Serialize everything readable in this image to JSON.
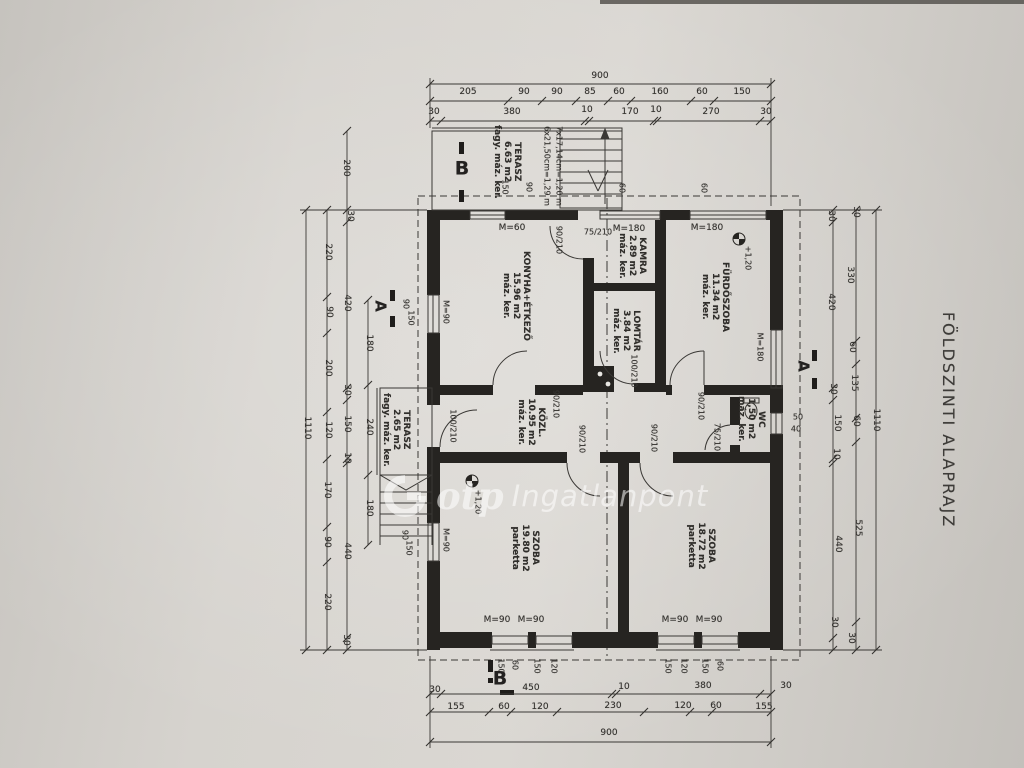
{
  "title": "FÖLDSZINTI ALAPRAJZ",
  "watermark": {
    "logo": "otp",
    "text": "Ingatlanpont"
  },
  "rooms": {
    "konyha": {
      "name": "KONYHA+ÉTKEZŐ",
      "area": "15.96 m2",
      "finish": "máz. ker."
    },
    "kamra": {
      "name": "KAMRA",
      "area": "2.89 m2",
      "finish": "máz. ker."
    },
    "lomtar": {
      "name": "LOMTÁR",
      "area": "3.84 m2",
      "finish": "máz. ker."
    },
    "furdoszoba": {
      "name": "FÜRDŐSZOBA",
      "area": "11.34 m2",
      "finish": "máz. ker."
    },
    "kozl": {
      "name": "KÖZL.",
      "area": "10.95 m2",
      "finish": "máz. ker."
    },
    "wc": {
      "name": "WC",
      "area": "1,50 m2",
      "finish": "máz. ker."
    },
    "szoba1": {
      "name": "SZOBA",
      "area": "19.80 m2",
      "finish": "parketta"
    },
    "szoba2": {
      "name": "SZOBA",
      "area": "18.72 m2",
      "finish": "parketta"
    },
    "terasz_top": {
      "name": "TERASZ",
      "area": "6.63 m2",
      "finish": "fagy. máz. ker."
    },
    "terasz_left": {
      "name": "TERASZ",
      "area": "2.65 m2",
      "finish": "fagy. máz. ker."
    }
  },
  "openings": {
    "top_window_konyha": "M=60",
    "top_door": "75/210",
    "top_window_kamra": "M=180",
    "top_window_furdo": "M=180",
    "konyha_entry_door": "90/210",
    "left_window_1": "M=90",
    "left_window_1_w": "90",
    "left_window_1_h": "150",
    "left_terasz_door": "100/210",
    "left_window_2": "M=90",
    "left_window_2_w": "90",
    "left_window_2_h": "150",
    "lomtar_door": "100/210",
    "furdo_door": "90/210",
    "konyha_inner_door": "90/210",
    "wc_door": "75/210",
    "szoba1_door": "90/210",
    "szoba2_door": "90/210",
    "right_window_furdo": "M=180",
    "wc_window_a": "50",
    "wc_window_b": "40",
    "bottom_w1": "M=90",
    "bottom_w2": "M=90",
    "bottom_w3": "M=90",
    "bottom_w4": "M=90",
    "bottom_sub_left": [
      "150",
      "60",
      "150",
      "120"
    ],
    "bottom_sub_right": [
      "150",
      "120",
      "150",
      "60"
    ],
    "top_small": [
      "150",
      "90",
      "60",
      "60"
    ]
  },
  "stair": {
    "line1": "6x21,50cm=1,29 m",
    "line2": "7x17,14cm=1,20 m"
  },
  "level_mark": "+1,20",
  "sections": {
    "a": "A",
    "b": "B"
  },
  "dims": {
    "top900": "900",
    "top2": [
      "205",
      "90",
      "90",
      "85",
      "60",
      "160",
      "60",
      "150"
    ],
    "top3": [
      "30",
      "380",
      "10",
      "170",
      "10",
      "270",
      "30"
    ],
    "bottom1": [
      "30",
      "450",
      "10",
      "380",
      "30"
    ],
    "bottom2": [
      "155",
      "60",
      "120",
      "230",
      "120",
      "60",
      "155"
    ],
    "bottom900": "900",
    "left_total": "1110",
    "left_mid": [
      "220",
      "90",
      "200",
      "120",
      "170",
      "90",
      "220"
    ],
    "left_fine": [
      "200",
      "30",
      "420",
      "30",
      "150",
      "10",
      "440",
      "30"
    ],
    "left_terasz": [
      "180",
      "240",
      "180"
    ],
    "right_total": "1110",
    "right_inner": [
      "30",
      "420",
      "30",
      "150",
      "10",
      "440",
      "30"
    ],
    "right_mid": [
      "30",
      "330",
      "60",
      "135",
      "60",
      "525",
      "30"
    ]
  }
}
